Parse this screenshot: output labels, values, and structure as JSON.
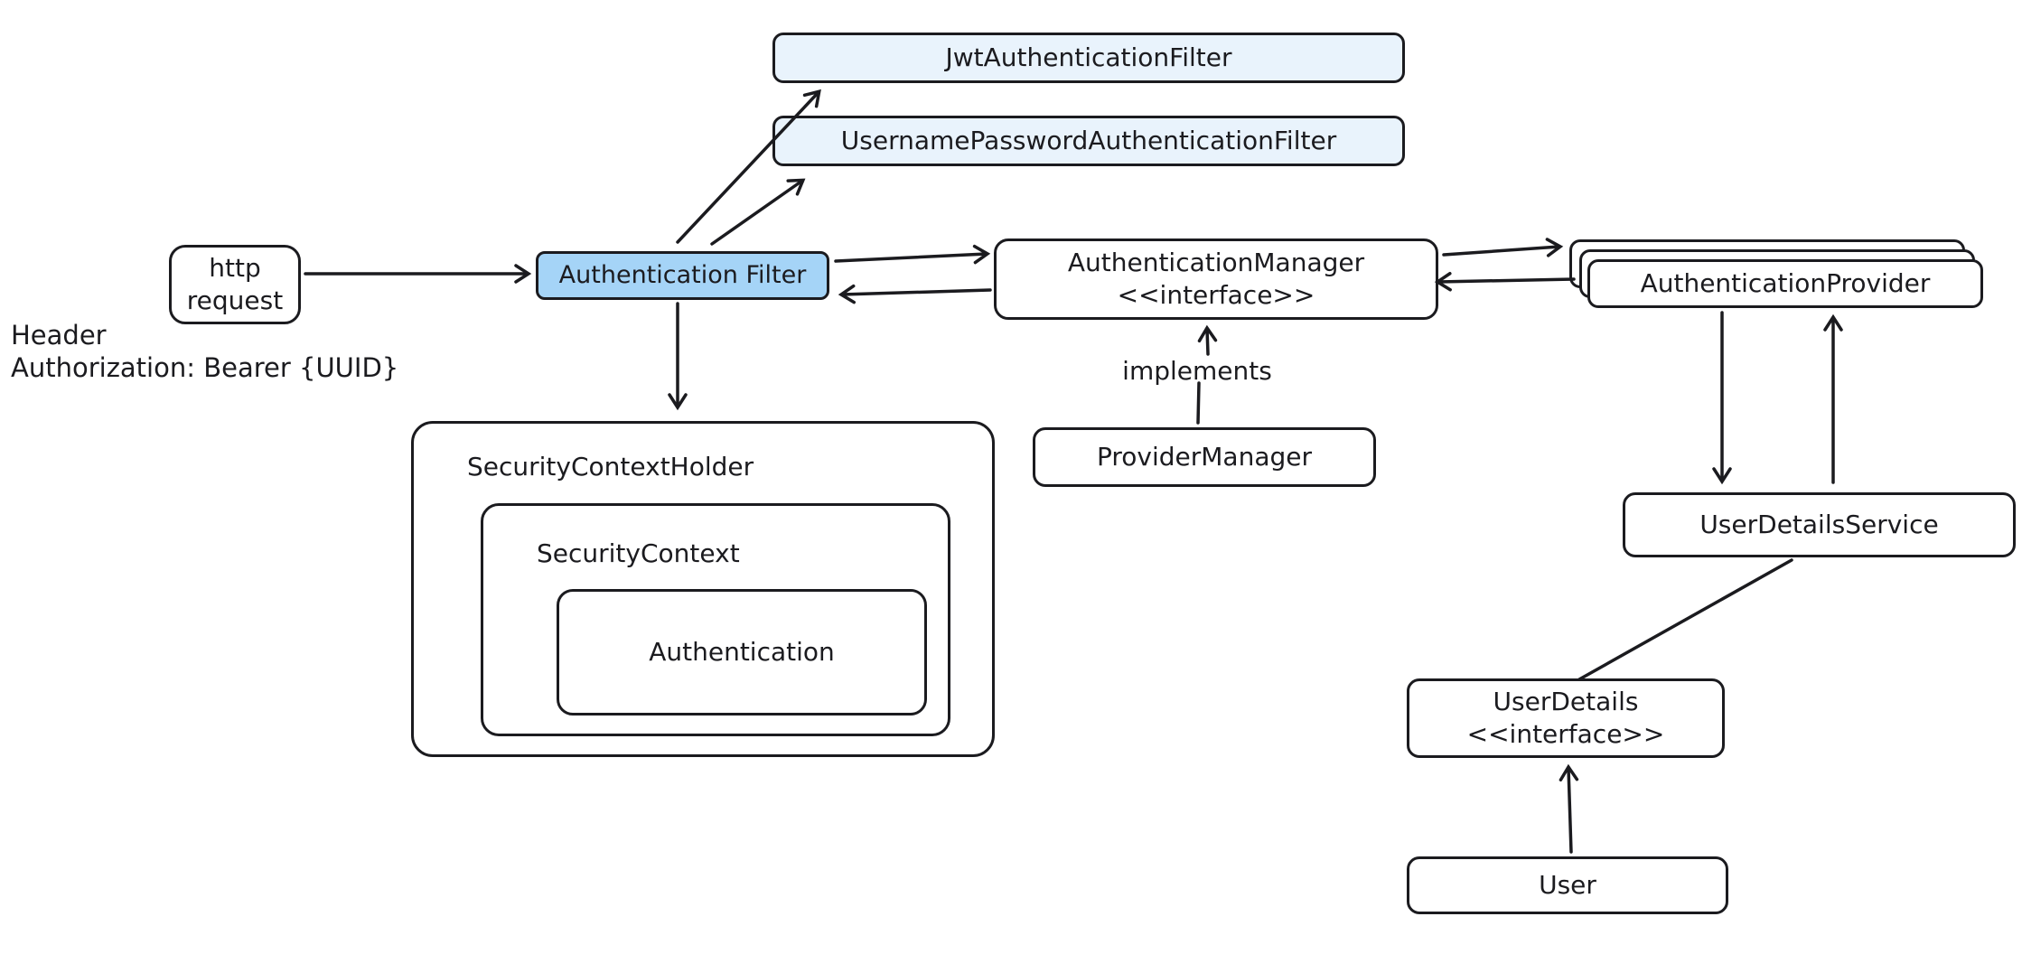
{
  "diagram": {
    "nodes": {
      "jwt_filter": {
        "label": "JwtAuthenticationFilter"
      },
      "username_password_filter": {
        "label": "UsernamePasswordAuthenticationFilter"
      },
      "http_request": {
        "line1": "http",
        "line2": "request"
      },
      "authentication_filter": {
        "label": "Authentication Filter"
      },
      "authentication_manager": {
        "label": "AuthenticationManager",
        "stereotype": "<<interface>>"
      },
      "authentication_provider": {
        "label": "AuthenticationProvider"
      },
      "provider_manager": {
        "label": "ProviderManager"
      },
      "security_context_holder": {
        "label": "SecurityContextHolder"
      },
      "security_context": {
        "label": "SecurityContext"
      },
      "authentication": {
        "label": "Authentication"
      },
      "user_details_service": {
        "label": "UserDetailsService"
      },
      "user_details": {
        "label": "UserDetails",
        "stereotype": "<<interface>>"
      },
      "user": {
        "label": "User"
      }
    },
    "edge_labels": {
      "implements": "implements"
    },
    "notes": {
      "header_line1": "Header",
      "header_line2": "Authorization: Bearer {UUID}"
    },
    "colors": {
      "stroke": "#1b1b1f",
      "node_fill_light_blue": "#e9f3fc",
      "node_fill_blue": "#a5d4f7",
      "background": "#ffffff"
    }
  }
}
